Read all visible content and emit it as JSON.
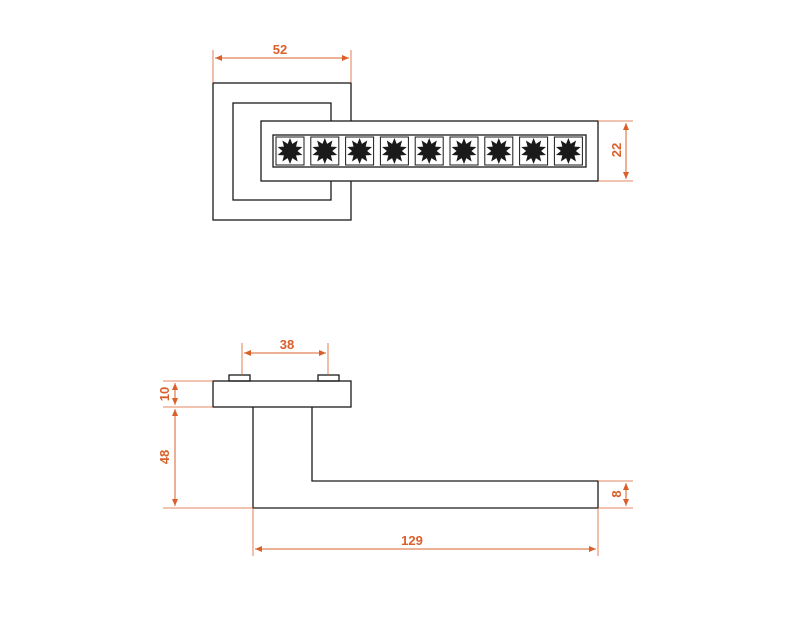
{
  "colors": {
    "outline": "#1a1a1a",
    "dimension": "#d9602b",
    "background": "#ffffff"
  },
  "top_view": {
    "crystal_count": 9,
    "crystal_icon": "star-crystal-icon",
    "dimensions": {
      "rose_width": "52",
      "lever_height": "22"
    }
  },
  "side_view": {
    "dimensions": {
      "screw_spacing": "38",
      "rose_thickness": "10",
      "neck_height": "48",
      "lever_thickness": "8",
      "lever_length": "129"
    }
  }
}
